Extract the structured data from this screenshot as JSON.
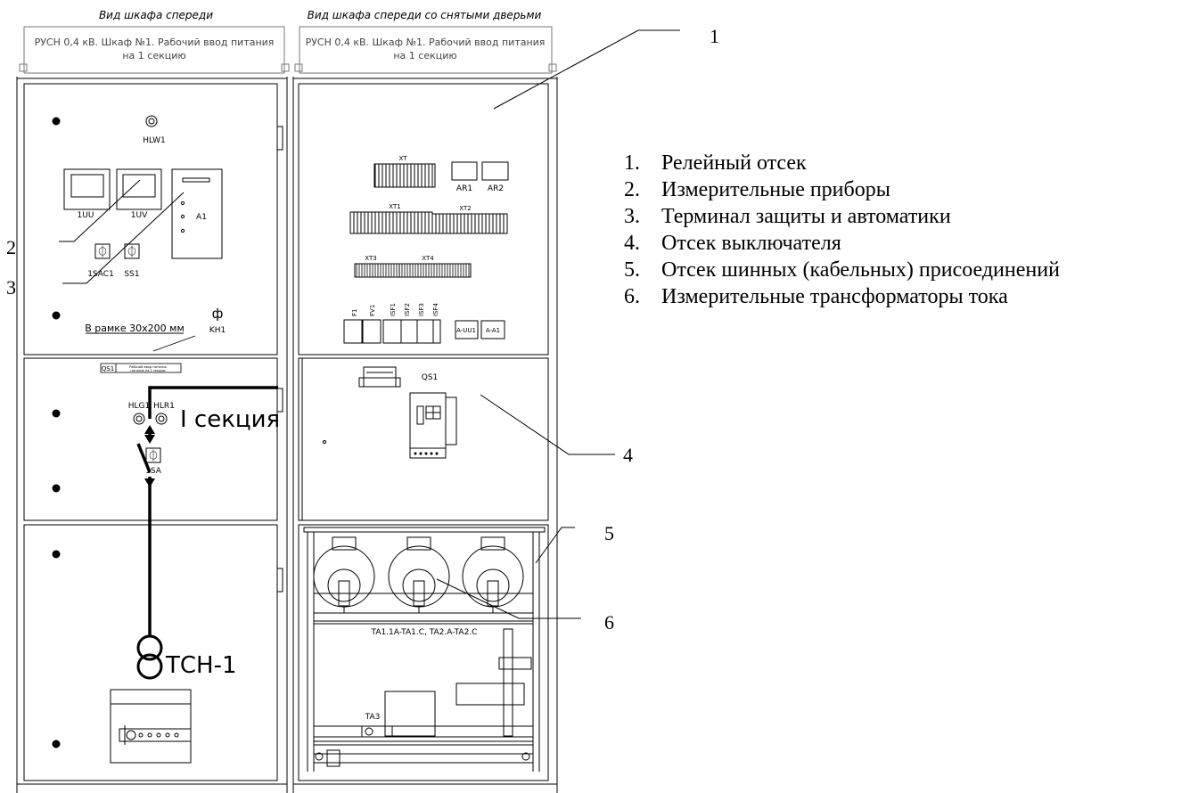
{
  "headers": {
    "left_view": "Вид шкафа спереди",
    "right_view": "Вид шкафа спереди со снятыми дверьми"
  },
  "nameplate": {
    "line1": "РУСН 0,4 кВ. Шкаф №1. Рабочий ввод питания",
    "line2": "на 1 секцию"
  },
  "left_labels": {
    "hlw1": "HLW1",
    "uu": "1UU",
    "uv": "1UV",
    "a1": "A1",
    "sac1": "1SAC1",
    "ss1": "SS1",
    "frame_note": "В рамке 30х200 мм",
    "kh1": "KH1",
    "qs1_tag": "QS1",
    "qs1_desc_1": "Рабочий ввод питания",
    "qs1_desc_2": "питание на 1 секцию",
    "hlg1": "HLG1",
    "hlr1": "HLR1",
    "section": "I секция",
    "sa": "1SA",
    "tsn": "ТСН-1"
  },
  "right_labels": {
    "xt": "XT",
    "ar1": "AR1",
    "ar2": "AR2",
    "xt1": "XT1",
    "xt2": "XT2",
    "xt3": "XT3",
    "xt4": "XT4",
    "f1": "F1",
    "fv1": "FV1",
    "sf1": "ISF1",
    "sf2": "ISF2",
    "sf3": "ISF3",
    "sf4": "ISF4",
    "a_uu1": "A-UU1",
    "a_a1": "A-A1",
    "qs1": "QS1",
    "ta_group": "TA1.1A-TA1.C, TA2.A-TA2.C",
    "ta3": "TA3"
  },
  "callouts": [
    "1",
    "2",
    "3",
    "4",
    "5",
    "6"
  ],
  "legend": [
    {
      "num": "1.",
      "text": "Релейный отсек"
    },
    {
      "num": "2.",
      "text": "Измерительные приборы"
    },
    {
      "num": "3.",
      "text": "Терминал защиты и автоматики"
    },
    {
      "num": "4.",
      "text": "Отсек выключателя"
    },
    {
      "num": "5.",
      "text": "Отсек шинных (кабельных) присоединений"
    },
    {
      "num": "6.",
      "text": "Измерительные трансформаторы тока"
    }
  ]
}
